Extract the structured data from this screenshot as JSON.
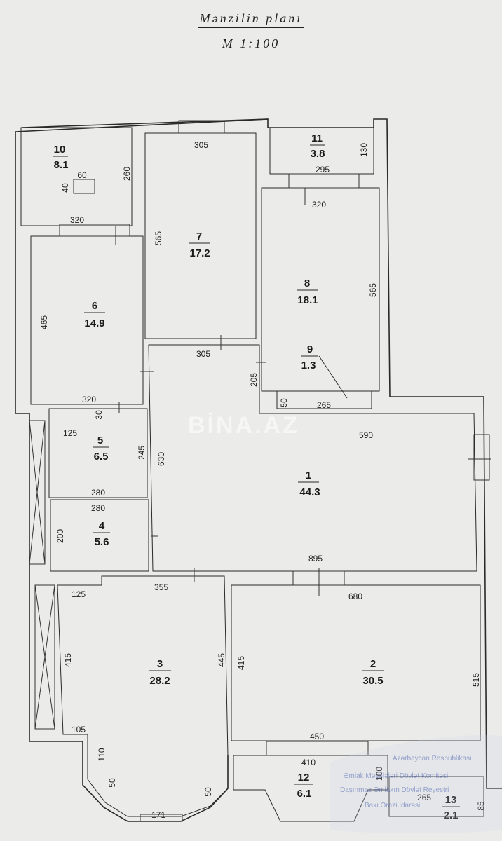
{
  "title": "Mənzilin planı",
  "scale": "M 1:100",
  "watermark": "BİNA.AZ",
  "stamp_text": [
    "Azərbaycan Respublikası",
    "Əmlak Məsələləri Dövlət Komitəsi",
    "Daşınmaz Əmlakın Dövlət Reyestri",
    "Bakı Ərazi İdarəsi"
  ],
  "rooms": [
    {
      "num": "1",
      "area": "44.3"
    },
    {
      "num": "2",
      "area": "30.5"
    },
    {
      "num": "3",
      "area": "28.2"
    },
    {
      "num": "4",
      "area": "5.6"
    },
    {
      "num": "5",
      "area": "6.5"
    },
    {
      "num": "6",
      "area": "14.9"
    },
    {
      "num": "7",
      "area": "17.2"
    },
    {
      "num": "8",
      "area": "18.1"
    },
    {
      "num": "9",
      "area": "1.3"
    },
    {
      "num": "10",
      "area": "8.1"
    },
    {
      "num": "11",
      "area": "3.8"
    },
    {
      "num": "12",
      "area": "6.1"
    },
    {
      "num": "13",
      "area": "2.1"
    }
  ],
  "dims": {
    "d10_260": "260",
    "d10_60": "60",
    "d10_40": "40",
    "d7_305_top": "305",
    "d7_565": "565",
    "d11_130": "130",
    "d11_295": "295",
    "d8_320": "320",
    "d8_565": "565",
    "d6_320_top": "320",
    "d6_465": "465",
    "d6_320_bottom": "320",
    "d1_305": "305",
    "d9_205": "205",
    "d9_50": "50",
    "d9_265": "265",
    "d1_590": "590",
    "d1_630": "630",
    "d1_895": "895",
    "d5_30": "30",
    "d5_125": "125",
    "d5_245": "245",
    "d5_280": "280",
    "d4_280": "280",
    "d4_200": "200",
    "d3_125": "125",
    "d3_355": "355",
    "d3_415": "415",
    "d3_445": "445",
    "d3_105": "105",
    "d3_110": "110",
    "d3_50a": "50",
    "d3_50b": "50",
    "d3_171": "171",
    "d2_680": "680",
    "d2_415": "415",
    "d2_515": "515",
    "d2_450": "450",
    "d12_410": "410",
    "d12_100": "100",
    "d13_265": "265",
    "d13_85": "85"
  }
}
